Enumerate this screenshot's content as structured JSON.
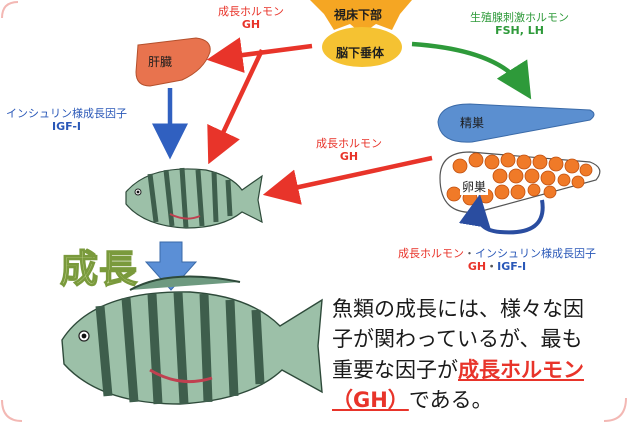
{
  "organs": {
    "hypothalamus": "視床下部",
    "pituitary": "脳下垂体",
    "liver": "肝臓",
    "testis": "精巣",
    "ovary": "卵巣"
  },
  "hormones": {
    "gh_top": {
      "name": "成長ホルモン",
      "abbr": "GH"
    },
    "gonadotropin": {
      "name": "生殖腺刺激ホルモン",
      "abbr": "FSH, LH"
    },
    "igf": {
      "name": "インシュリン様成長因子",
      "abbr": "IGF-I"
    },
    "gh_gonad": {
      "name": "成長ホルモン",
      "abbr": "GH"
    },
    "ovary_loop": {
      "name1": "成長ホルモン",
      "sep": "・",
      "name2": "インシュリン様成長因子",
      "abbr1": "GH",
      "abbr2": "IGF-I"
    }
  },
  "growth_label": "成長",
  "caption": {
    "line1": "魚類の成長には、様々な因",
    "line2": "子が関わっているが、最も",
    "line3_pre": "重要な因子が",
    "line3_hl": "成長ホルモン",
    "line4_hl": "（GH）",
    "line4_post": "である。"
  },
  "colors": {
    "gh_arrow": "#e8342a",
    "gonadotropin_arrow": "#2e9a3a",
    "igf_arrow": "#3060c0",
    "growth_arrow": "#5b8fd6",
    "liver": "#e8734e",
    "testis": "#5b8fd0",
    "ovary_egg": "#f07a28",
    "pituitary": "#f5c232",
    "hypothalamus": "#f5a623"
  }
}
